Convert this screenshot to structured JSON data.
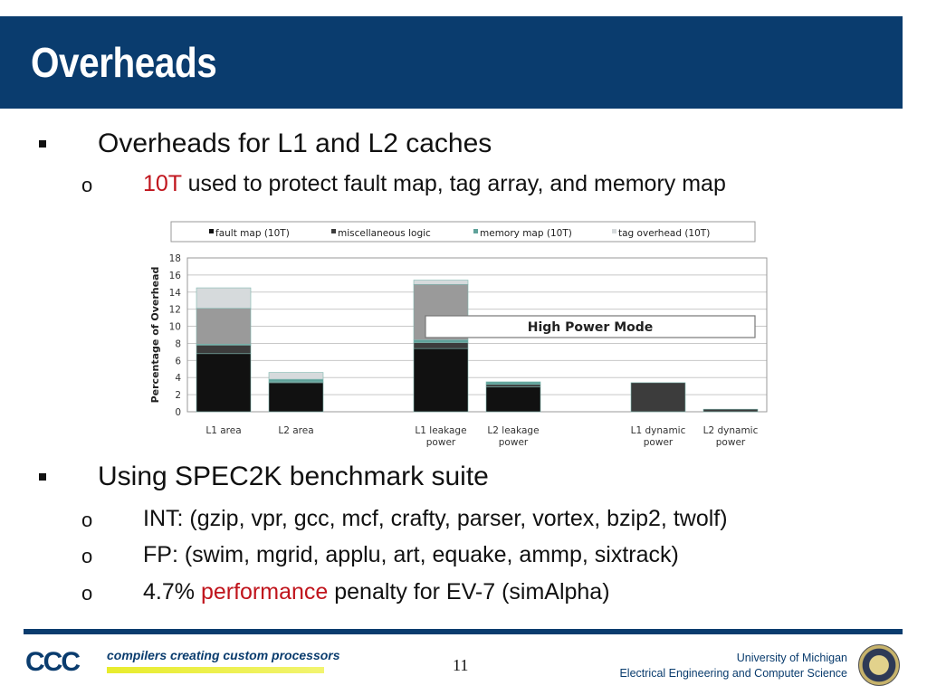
{
  "slide": {
    "title": "Overheads",
    "page_number": "11"
  },
  "bullets": {
    "b1": "Overheads for L1 and L2 caches",
    "b1_sub": {
      "accent": "10T",
      "rest": " used to protect fault map, tag array, and memory map"
    },
    "b2": "Using SPEC2K benchmark suite",
    "b2_subs": [
      "INT: (gzip, vpr, gcc, mcf, crafty, parser, vortex, bzip2,  twolf)",
      "FP: (swim, mgrid, applu, art, equake, ammp, sixtrack)"
    ],
    "b2_sub3": {
      "prefix": "4.7% ",
      "accent": "performance",
      "suffix": " penalty for EV-7 (simAlpha)"
    },
    "sub_marker": "o"
  },
  "footer": {
    "logo_text": "CCC",
    "tagline": "compilers creating custom processors",
    "univ_line1": "University of Michigan",
    "univ_line2": "Electrical Engineering and Computer Science"
  },
  "colors": {
    "title_bar": "#0a3c6e",
    "accent": "#c0141c"
  },
  "chart_data": {
    "type": "bar",
    "stacked": true,
    "ylabel": "Percentage of Overhead",
    "ylim": [
      0,
      18
    ],
    "yticks": [
      0,
      2,
      4,
      6,
      8,
      10,
      12,
      14,
      16,
      18
    ],
    "grid": true,
    "legend_position": "top",
    "annotation": "High Power Mode",
    "slots": [
      {
        "label": [
          "L1 area"
        ],
        "values": [
          6.8,
          1.0,
          0.1,
          4.2,
          2.4
        ]
      },
      {
        "label": [
          "L2 area"
        ],
        "values": [
          3.4,
          0.1,
          0.3,
          0.0,
          0.8
        ]
      },
      {
        "label": [
          ""
        ],
        "values": null
      },
      {
        "label": [
          "L1 leakage",
          "power"
        ],
        "values": [
          7.4,
          0.7,
          0.3,
          6.5,
          0.5
        ]
      },
      {
        "label": [
          "L2 leakage",
          "power"
        ],
        "values": [
          2.9,
          0.3,
          0.3,
          0.0,
          0.0
        ]
      },
      {
        "label": [
          ""
        ],
        "values": null
      },
      {
        "label": [
          "L1 dynamic",
          "power"
        ],
        "values": [
          0.0,
          3.4,
          0.0,
          0.0,
          0.0
        ]
      },
      {
        "label": [
          "L2 dynamic",
          "power"
        ],
        "values": [
          0.0,
          0.3,
          0.0,
          0.0,
          0.0
        ]
      }
    ],
    "series": [
      {
        "name": "fault map (10T)",
        "color": "#111111",
        "legend": true
      },
      {
        "name": "miscellaneous logic",
        "color": "#3c3c3c",
        "legend": true
      },
      {
        "name": "memory map (10T)",
        "color": "#5fa29a",
        "legend": true
      },
      {
        "name": "",
        "color": "#9a9a9a",
        "legend": false
      },
      {
        "name": "tag overhead (10T)",
        "color": "#d6dadc",
        "legend": true
      }
    ]
  }
}
